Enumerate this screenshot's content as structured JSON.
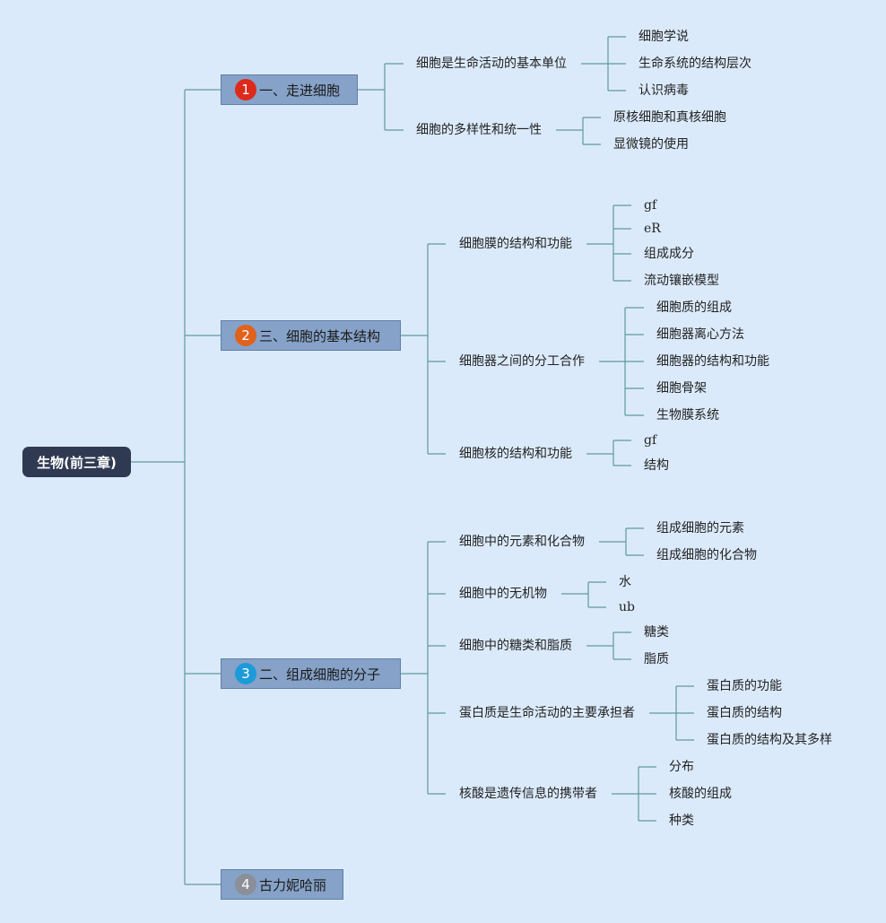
{
  "root": "生物(前三章)",
  "colors": {
    "background": "#dbeafb",
    "root_fill": "#2f3a52",
    "topic_fill": "#86a2c8",
    "line": "#5f9a9a"
  },
  "topics": [
    {
      "number": "1",
      "badge_color": "#dd2a1b",
      "label": "一、走进细胞",
      "subtopics": [
        {
          "label": "细胞是生命活动的基本单位",
          "items": [
            "细胞学说",
            "生命系统的结构层次",
            "认识病毒"
          ]
        },
        {
          "label": "细胞的多样性和统一性",
          "items": [
            "原核细胞和真核细胞",
            "显微镜的使用"
          ]
        }
      ]
    },
    {
      "number": "2",
      "badge_color": "#e0621c",
      "label": "三、细胞的基本结构",
      "subtopics": [
        {
          "label": "细胞膜的结构和功能",
          "items": [
            "gf",
            "eR",
            "组成成分",
            "流动镶嵌模型"
          ]
        },
        {
          "label": "细胞器之间的分工合作",
          "items": [
            "细胞质的组成",
            "细胞器离心方法",
            "细胞器的结构和功能",
            "细胞骨架",
            "生物膜系统"
          ]
        },
        {
          "label": "细胞核的结构和功能",
          "items": [
            "gf",
            "结构"
          ]
        }
      ]
    },
    {
      "number": "3",
      "badge_color": "#1d9ad8",
      "label": "二、组成细胞的分子",
      "subtopics": [
        {
          "label": "细胞中的元素和化合物",
          "items": [
            "组成细胞的元素",
            "组成细胞的化合物"
          ]
        },
        {
          "label": "细胞中的无机物",
          "items": [
            "水",
            "ub"
          ]
        },
        {
          "label": "细胞中的糖类和脂质",
          "items": [
            "糖类",
            "脂质"
          ]
        },
        {
          "label": "蛋白质是生命活动的主要承担者",
          "items": [
            "蛋白质的功能",
            "蛋白质的结构",
            "蛋白质的结构及其多样"
          ]
        },
        {
          "label": "核酸是遗传信息的携带者",
          "items": [
            "分布",
            "核酸的组成",
            "种类"
          ]
        }
      ]
    },
    {
      "number": "4",
      "badge_color": "#8a8f98",
      "label": "古力妮哈丽",
      "subtopics": []
    }
  ]
}
